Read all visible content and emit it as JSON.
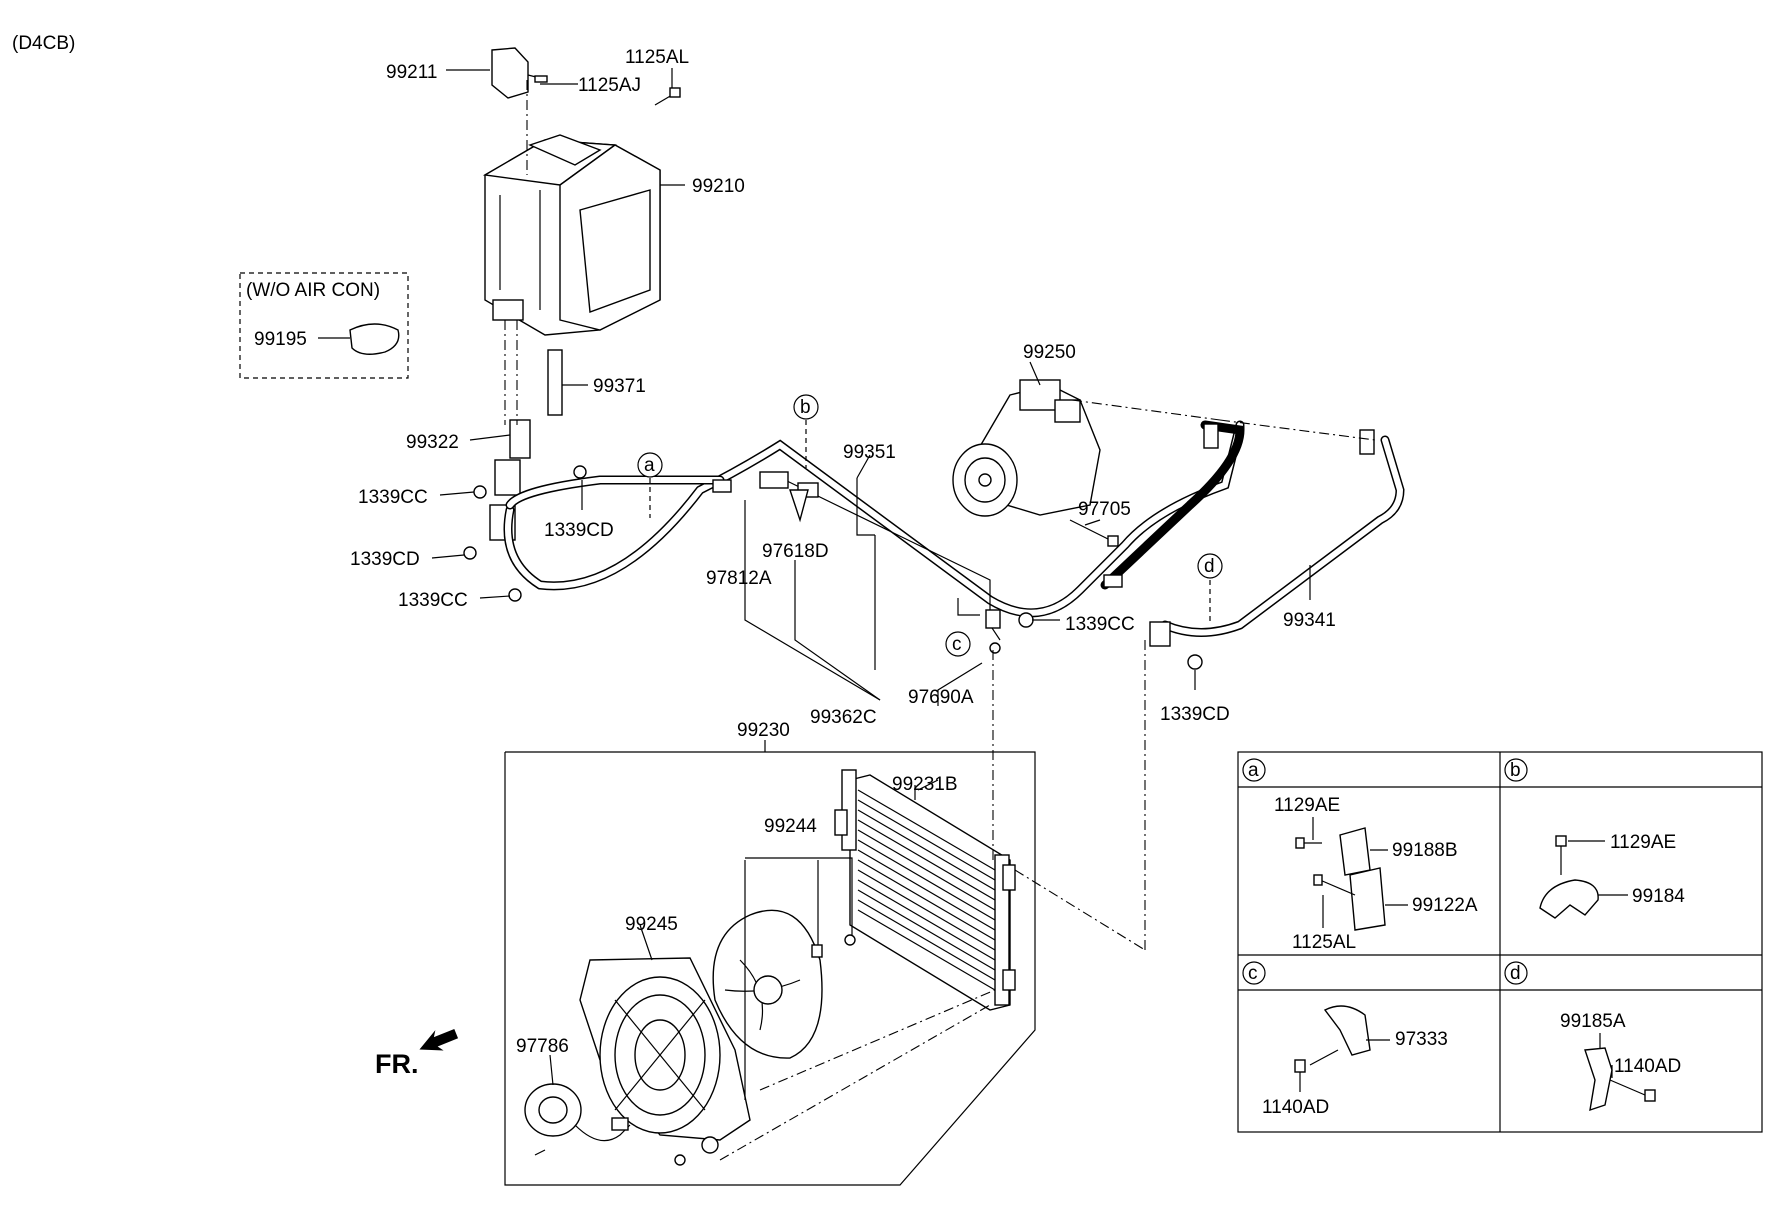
{
  "model_code": "(D4CB)",
  "note_box": {
    "title": "(W/O AIR CON)",
    "part": "99195"
  },
  "labels": {
    "p99211": "99211",
    "p1125AL_top": "1125AL",
    "p1125AJ": "1125AJ",
    "p99210": "99210",
    "p99371": "99371",
    "p99322": "99322",
    "p1339CC_1": "1339CC",
    "p1339CD_1": "1339CD",
    "p1339CD_2": "1339CD",
    "p1339CC_2": "1339CC",
    "p99250": "99250",
    "p99351": "99351",
    "p97705": "97705",
    "p97618D": "97618D",
    "p97812A": "97812A",
    "p1339CC_3": "1339CC",
    "p99341": "99341",
    "p1339CD_3": "1339CD",
    "p97690A": "97690A",
    "p99362C": "99362C",
    "p99230": "99230",
    "p99231B": "99231B",
    "p99244": "99244",
    "p99245": "99245",
    "p97786": "97786",
    "fr": "FR."
  },
  "callouts": {
    "a": "a",
    "b": "b",
    "c": "c",
    "d": "d"
  },
  "detail_table": {
    "a": {
      "id": "a",
      "parts": [
        "1129AE",
        "99188B",
        "99122A",
        "1125AL"
      ]
    },
    "b": {
      "id": "b",
      "parts": [
        "1129AE",
        "99184"
      ]
    },
    "c": {
      "id": "c",
      "parts": [
        "97333",
        "1140AD"
      ]
    },
    "d": {
      "id": "d",
      "parts": [
        "99185A",
        "1140AD"
      ]
    }
  }
}
